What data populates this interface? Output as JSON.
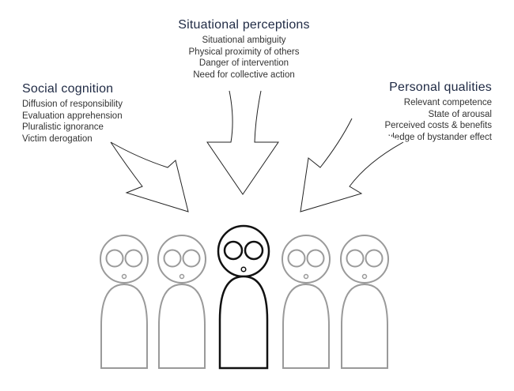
{
  "situational": {
    "title": "Situational perceptions",
    "items": [
      "Situational ambiguity",
      "Physical proximity of others",
      "Danger of intervention",
      "Need for collective action"
    ]
  },
  "social": {
    "title": "Social cognition",
    "items": [
      "Diffusion of responsibility",
      "Evaluation apprehension",
      "Pluralistic ignorance",
      "Victim derogation"
    ]
  },
  "personal": {
    "title": "Personal qualities",
    "items": [
      "Relevant competence",
      "State of arousal",
      "Perceived costs & benefits",
      "Knowledge of bystander effect"
    ]
  },
  "colors": {
    "text": "#1f2a44",
    "bystander": "#9a9a9a",
    "focus": "#111111"
  }
}
